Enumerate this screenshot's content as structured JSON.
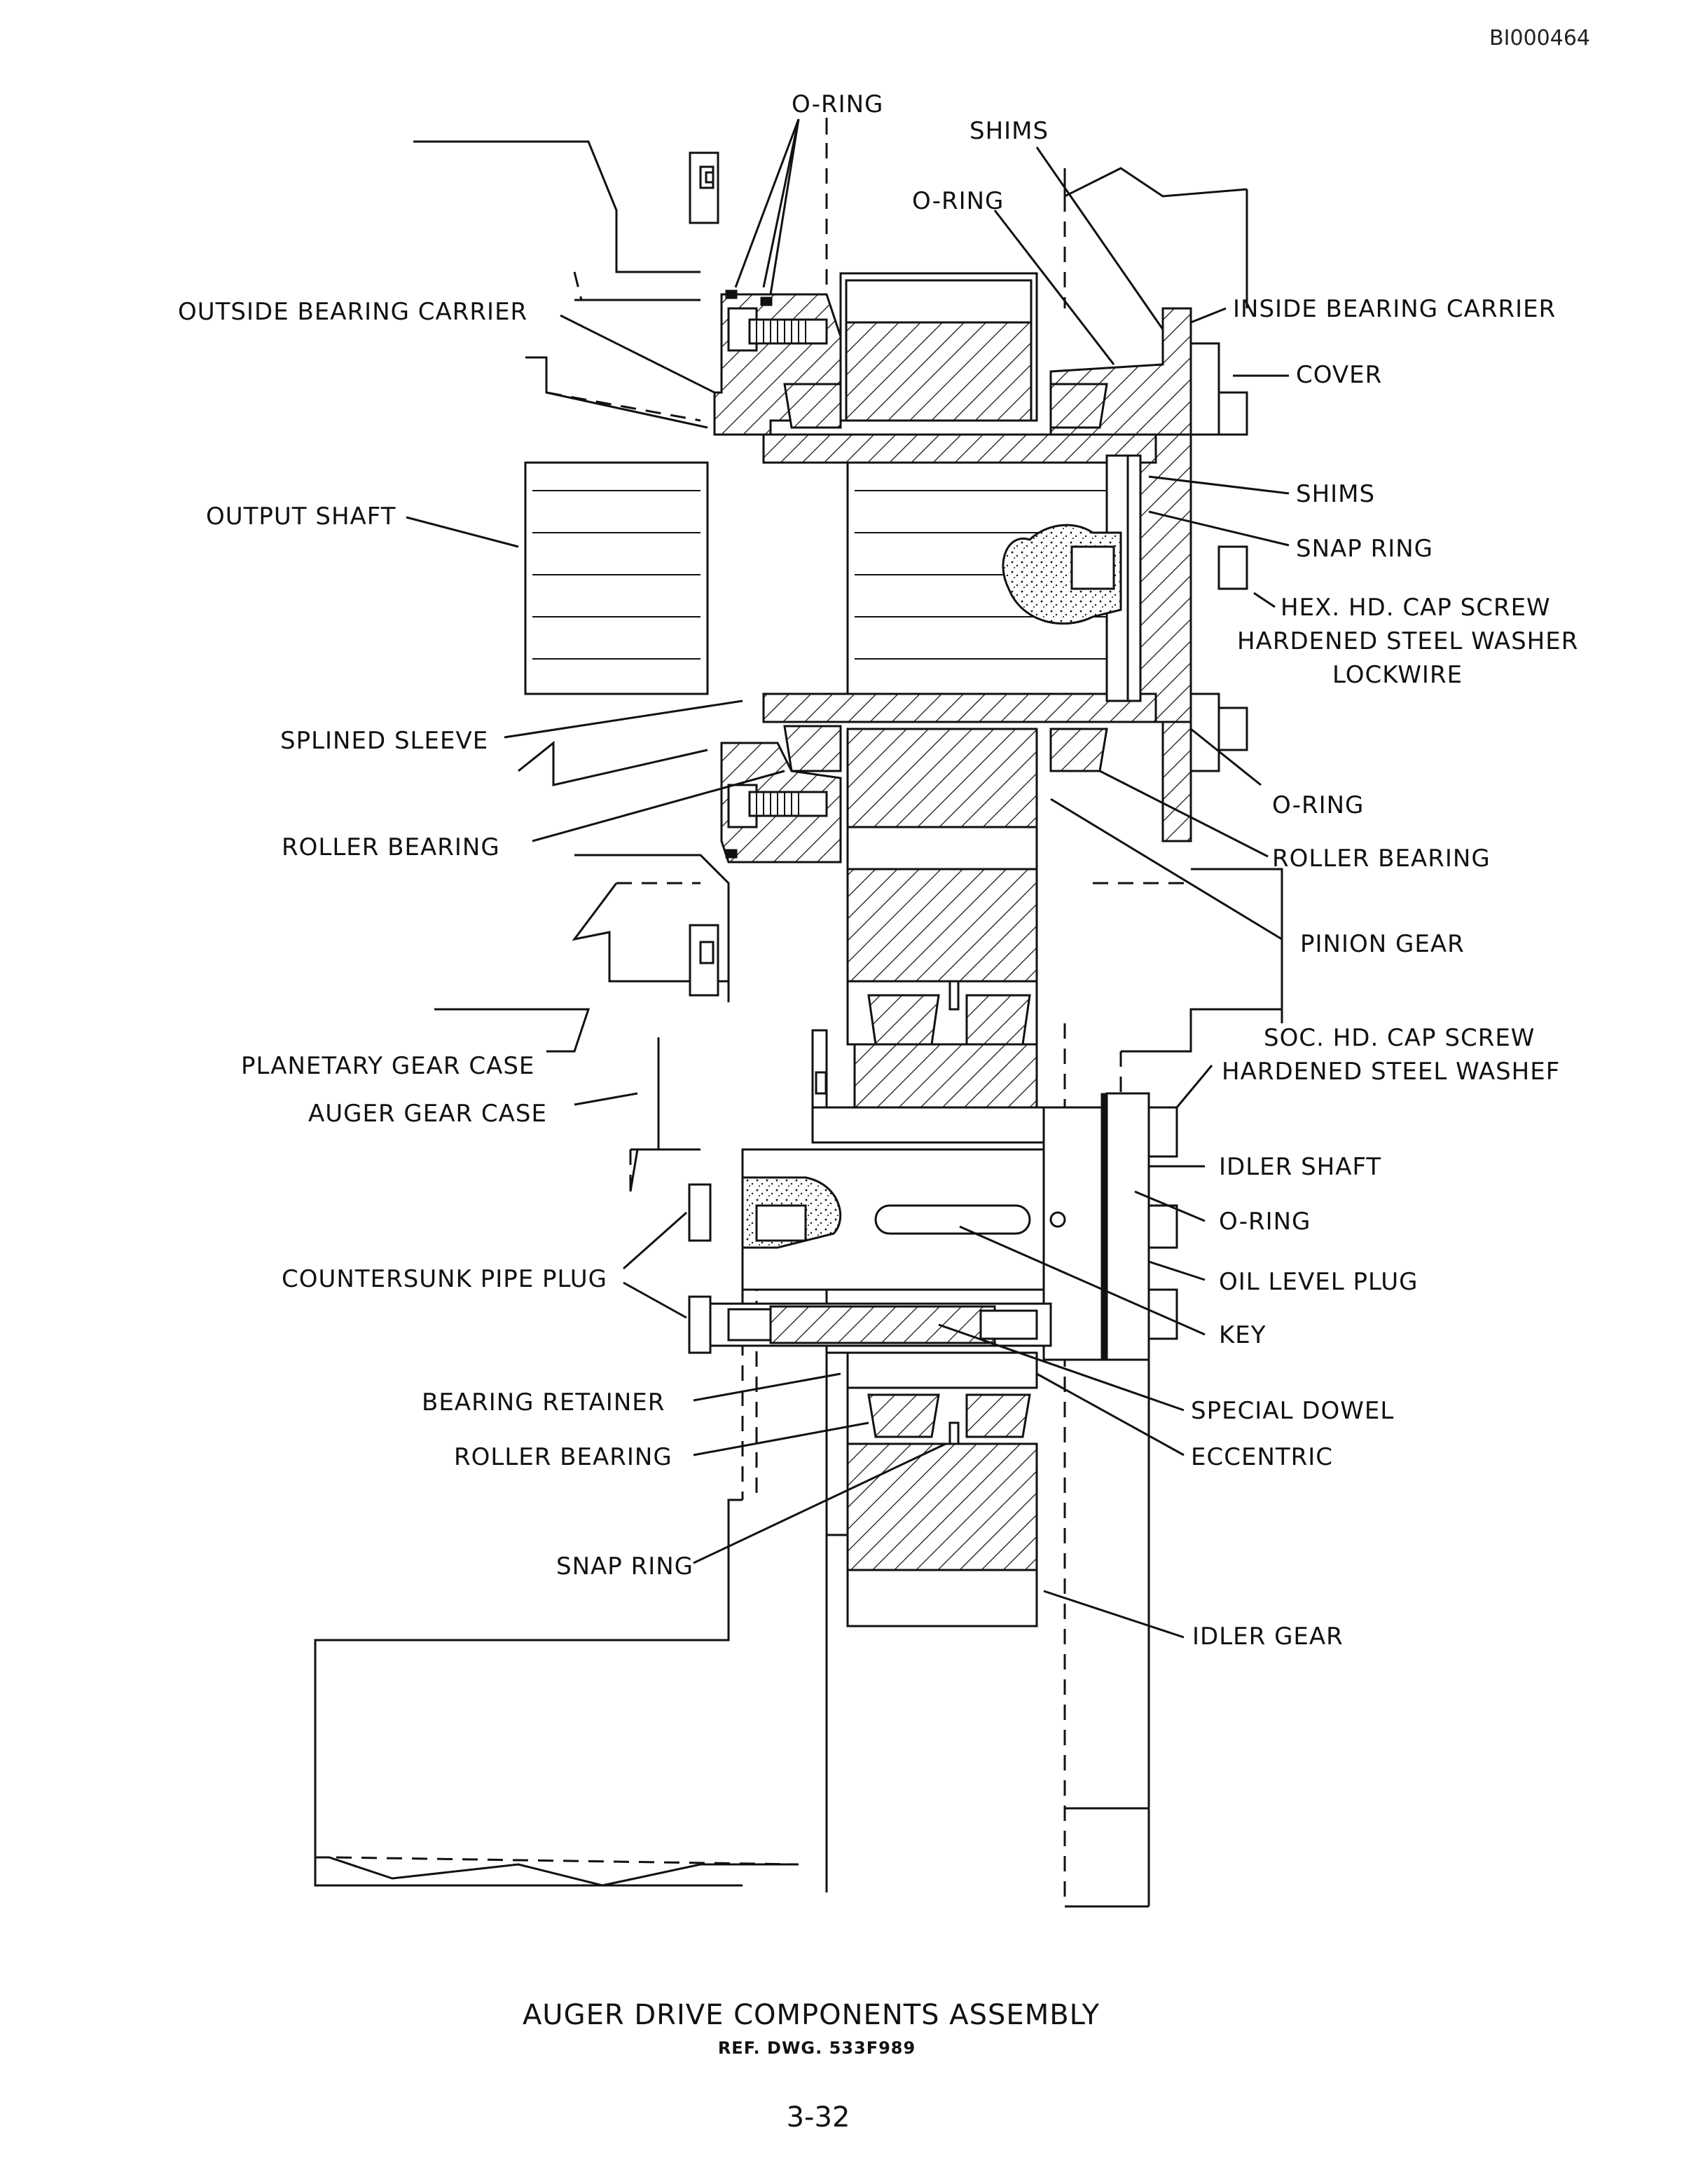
{
  "header": {
    "doc_id": "BI000464"
  },
  "labels": {
    "o_ring_top": "O-RING",
    "shims_top": "SHIMS",
    "o_ring_2": "O-RING",
    "outside_bearing_carrier": "OUTSIDE BEARING CARRIER",
    "inside_bearing_carrier": "INSIDE BEARING CARRIER",
    "cover": "COVER",
    "output_shaft": "OUTPUT SHAFT",
    "shims_right": "SHIMS",
    "snap_ring_right": "SNAP RING",
    "hex_cap_screw": "HEX. HD. CAP SCREW",
    "hardened_washer_1": "HARDENED STEEL WASHER",
    "lockwire": "LOCKWIRE",
    "splined_sleeve": "SPLINED SLEEVE",
    "o_ring_right": "O-RING",
    "roller_bearing_left": "ROLLER BEARING",
    "roller_bearing_right": "ROLLER BEARING",
    "pinion_gear": "PINION GEAR",
    "soc_cap_screw": "SOC. HD. CAP SCREW",
    "hardened_washer_2": "HARDENED STEEL WASHEF",
    "planetary_gear_case": "PLANETARY GEAR CASE",
    "auger_gear_case": "AUGER GEAR CASE",
    "idler_shaft": "IDLER SHAFT",
    "o_ring_lower": "O-RING",
    "countersunk_pipe_plug": "COUNTERSUNK PIPE PLUG",
    "oil_level_plug": "OIL LEVEL PLUG",
    "key": "KEY",
    "bearing_retainer": "BEARING RETAINER",
    "special_dowel": "SPECIAL DOWEL",
    "roller_bearing_lower": "ROLLER BEARING",
    "eccentric": "ECCENTRIC",
    "snap_ring_lower": "SNAP RING",
    "idler_gear": "IDLER GEAR"
  },
  "caption": {
    "title": "AUGER DRIVE COMPONENTS ASSEMBLY",
    "ref": "REF. DWG. 533F989"
  },
  "page_number": "3-32"
}
